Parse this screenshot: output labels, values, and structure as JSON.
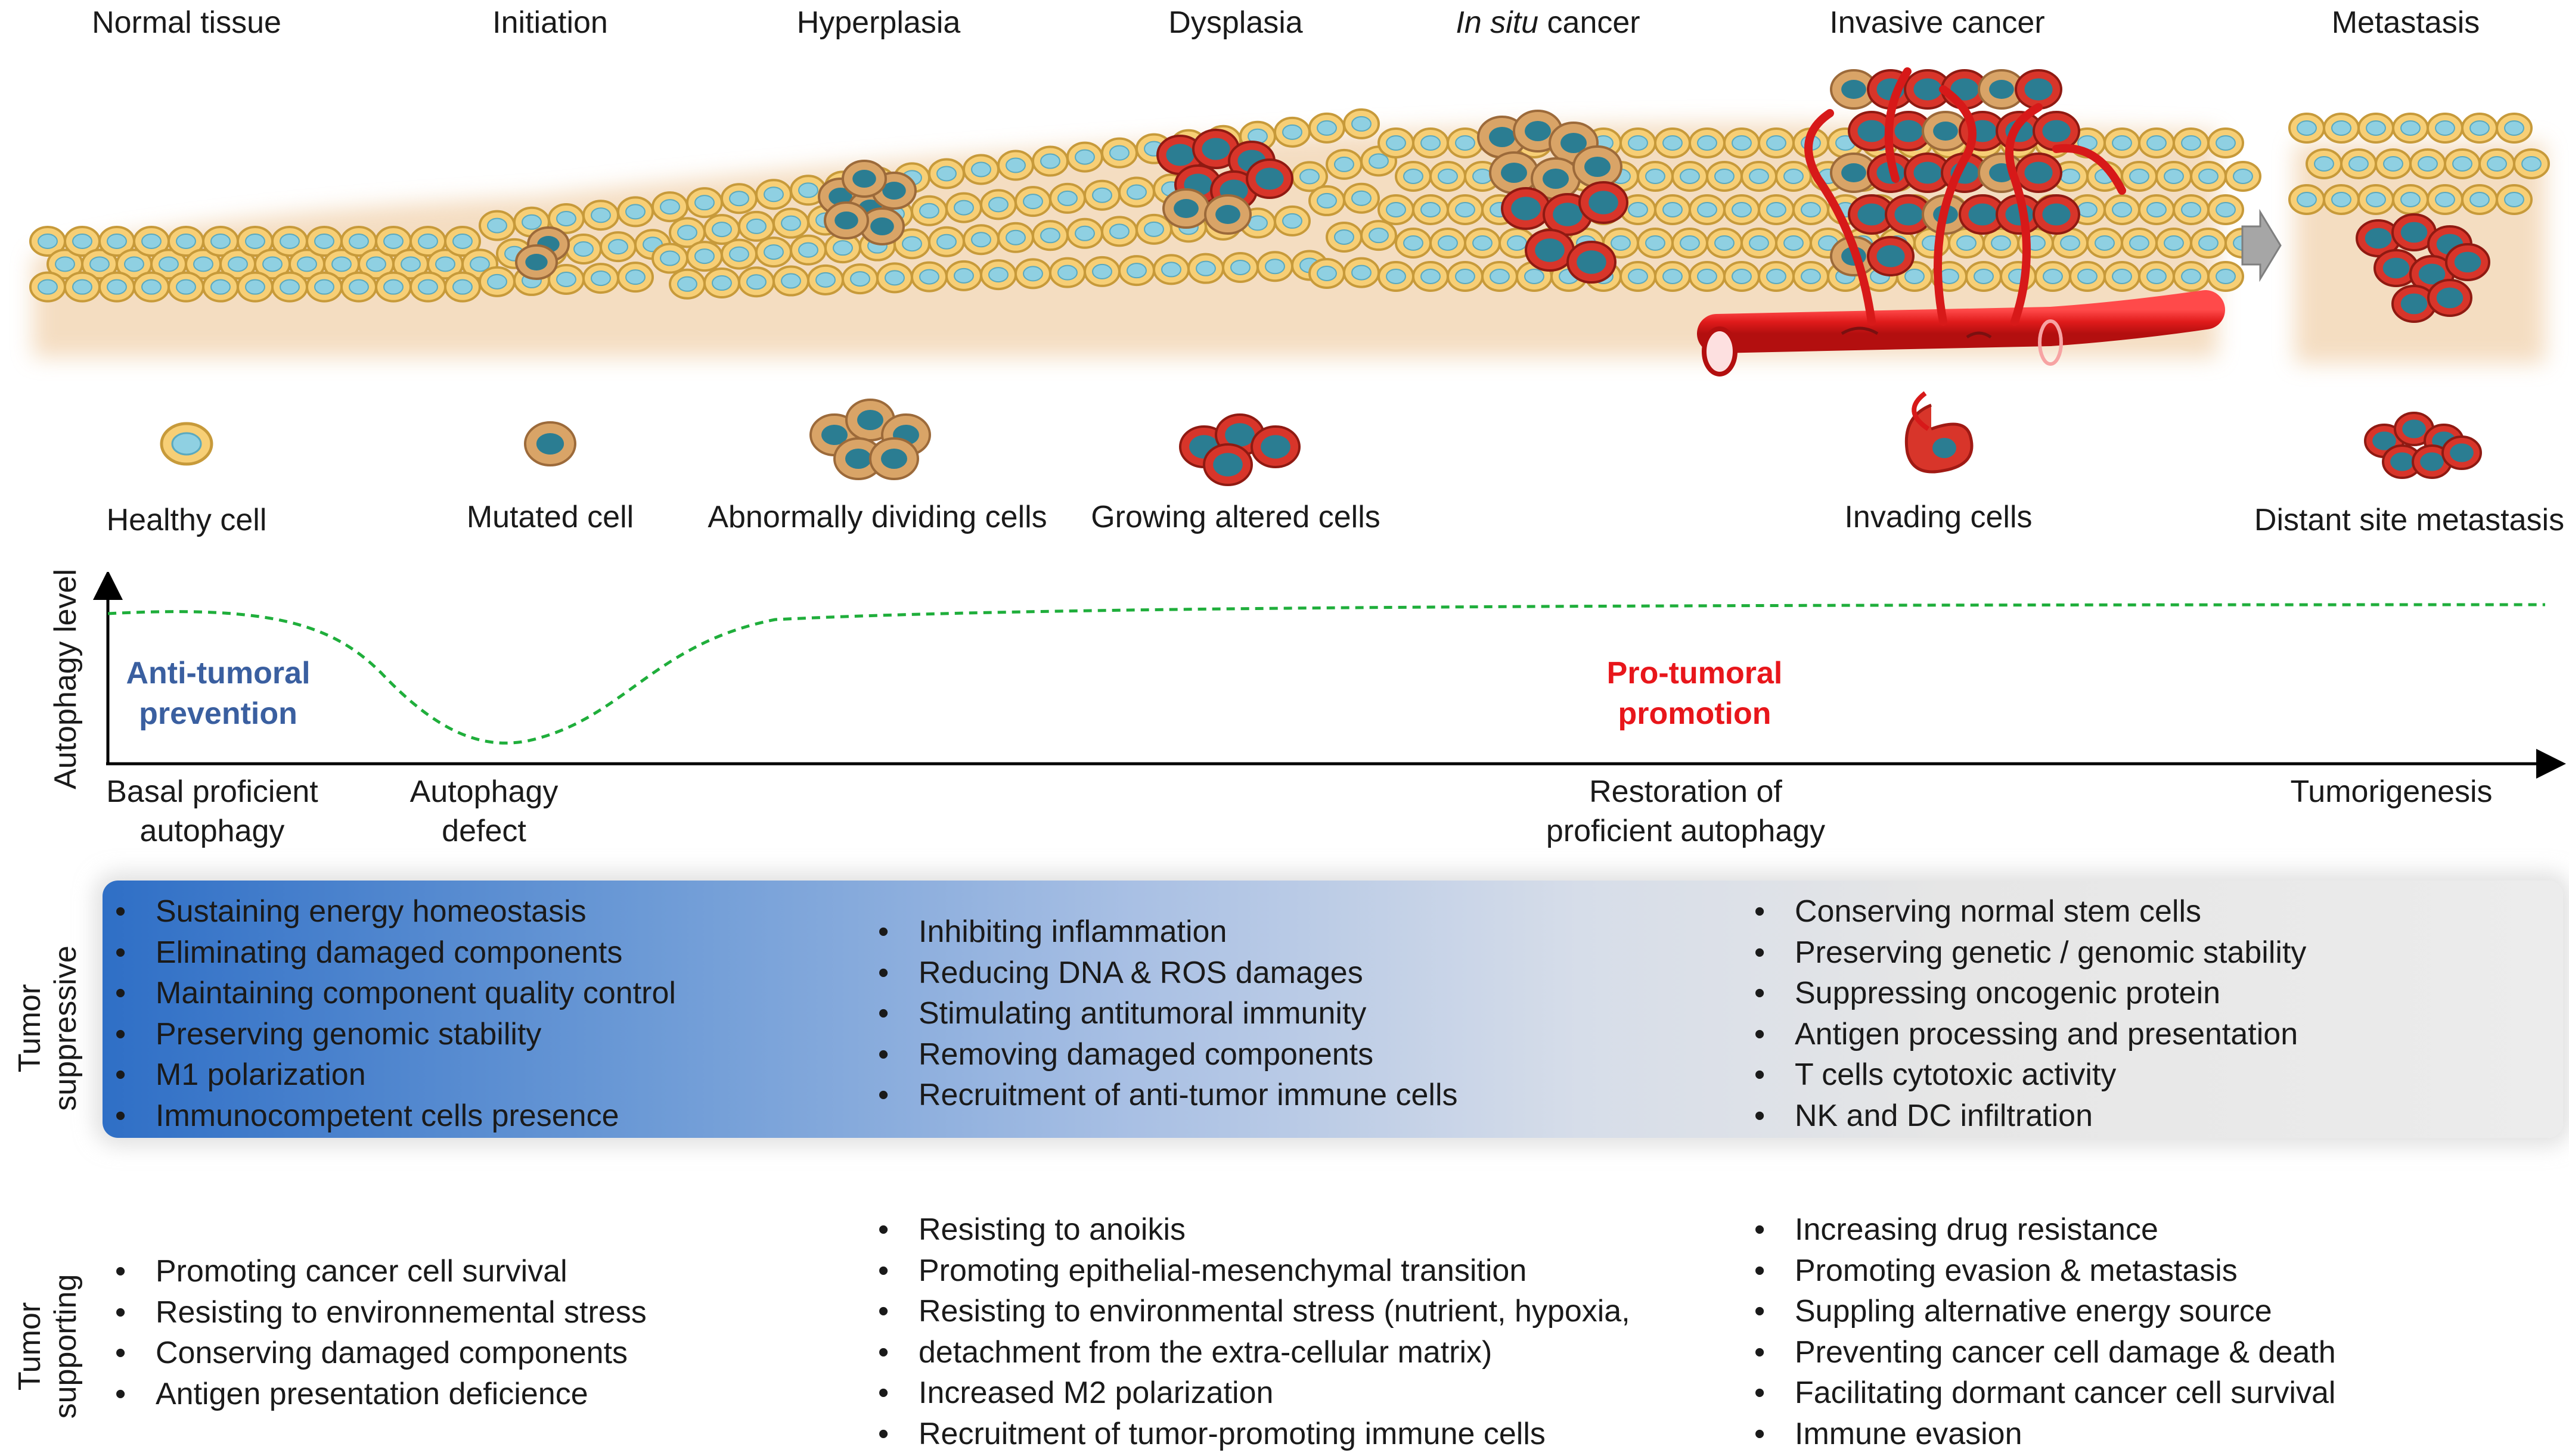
{
  "stages": [
    {
      "id": "normal",
      "label": "Normal tissue"
    },
    {
      "id": "initiation",
      "label": "Initiation"
    },
    {
      "id": "hyperplasia",
      "label": "Hyperplasia"
    },
    {
      "id": "dysplasia",
      "label": "Dysplasia"
    },
    {
      "id": "insitu",
      "label_italic": "In situ",
      "label_rest": " cancer"
    },
    {
      "id": "invasive",
      "label": "Invasive cancer"
    },
    {
      "id": "metastasis",
      "label": "Metastasis"
    }
  ],
  "cell_types": [
    {
      "label": "Healthy cell"
    },
    {
      "label": "Mutated cell"
    },
    {
      "label": "Abnormally dividing cells"
    },
    {
      "label": "Growing altered cells"
    },
    {
      "label": "Invading cells"
    },
    {
      "label": "Distant site metastasis"
    }
  ],
  "graph": {
    "y_label": "Autophagy level",
    "x_label": "Tumorigenesis",
    "points": [
      {
        "label_line1": "Basal proficient",
        "label_line2": "autophagy"
      },
      {
        "label_line1": "Autophagy",
        "label_line2": "defect"
      },
      {
        "label_line1": "Restoration of",
        "label_line2": "proficient autophagy"
      }
    ],
    "anti": {
      "line1": "Anti-tumoral",
      "line2": "prevention",
      "color": "#3a5fa0"
    },
    "pro": {
      "line1": "Pro-tumoral",
      "line2": "promotion",
      "color": "#e8161b"
    },
    "curve_color": "#1fae3b"
  },
  "suppressive": {
    "label_line1": "Tumor",
    "label_line2": "suppressive",
    "col1": [
      "Sustaining energy homeostasis",
      "Eliminating damaged components",
      "Maintaining component quality control",
      "Preserving genomic stability",
      "M1 polarization",
      "Immunocompetent cells presence"
    ],
    "col2": [
      "Inhibiting inflammation",
      "Reducing DNA & ROS damages",
      "Stimulating antitumoral immunity",
      "Removing damaged components",
      "Recruitment of anti-tumor immune cells"
    ],
    "col3": [
      "Conserving normal stem cells",
      "Preserving genetic / genomic stability",
      "Suppressing oncogenic protein",
      "Antigen processing and presentation",
      "T cells cytotoxic activity",
      "NK and DC infiltration"
    ]
  },
  "supporting": {
    "label_line1": "Tumor",
    "label_line2": "supporting",
    "col1": [
      "Promoting cancer cell survival",
      "Resisting to environnemental stress",
      "Conserving damaged components",
      "Antigen presentation deficience"
    ],
    "col2": [
      "Resisting to anoikis",
      "Promoting epithelial-mesenchymal transition",
      "Resisting to environmental stress (nutrient, hypoxia,",
      "detachment from the extra-cellular matrix)",
      "Increased M2 polarization",
      "Recruitment of tumor-promoting immune cells"
    ],
    "col3": [
      "Increasing drug resistance",
      "Promoting evasion & metastasis",
      "Suppling alternative energy source",
      "Preventing cancer cell damage & death",
      "Facilitating dormant cancer cell survival",
      "Immune evasion"
    ]
  },
  "colors": {
    "healthy_cell_fill": "#f7cf76",
    "healthy_cell_stroke": "#c79a3a",
    "nucleus_light": "#8fd0e2",
    "mutated_fill": "#d9a467",
    "mutated_stroke": "#9c6a3a",
    "nucleus_dark": "#2b7d92",
    "tumor_fill": "#d8352a",
    "vessel": "#e01b1b",
    "tissue_base": "#f3dcc0",
    "arrow_gray": "#a6a6a6"
  }
}
